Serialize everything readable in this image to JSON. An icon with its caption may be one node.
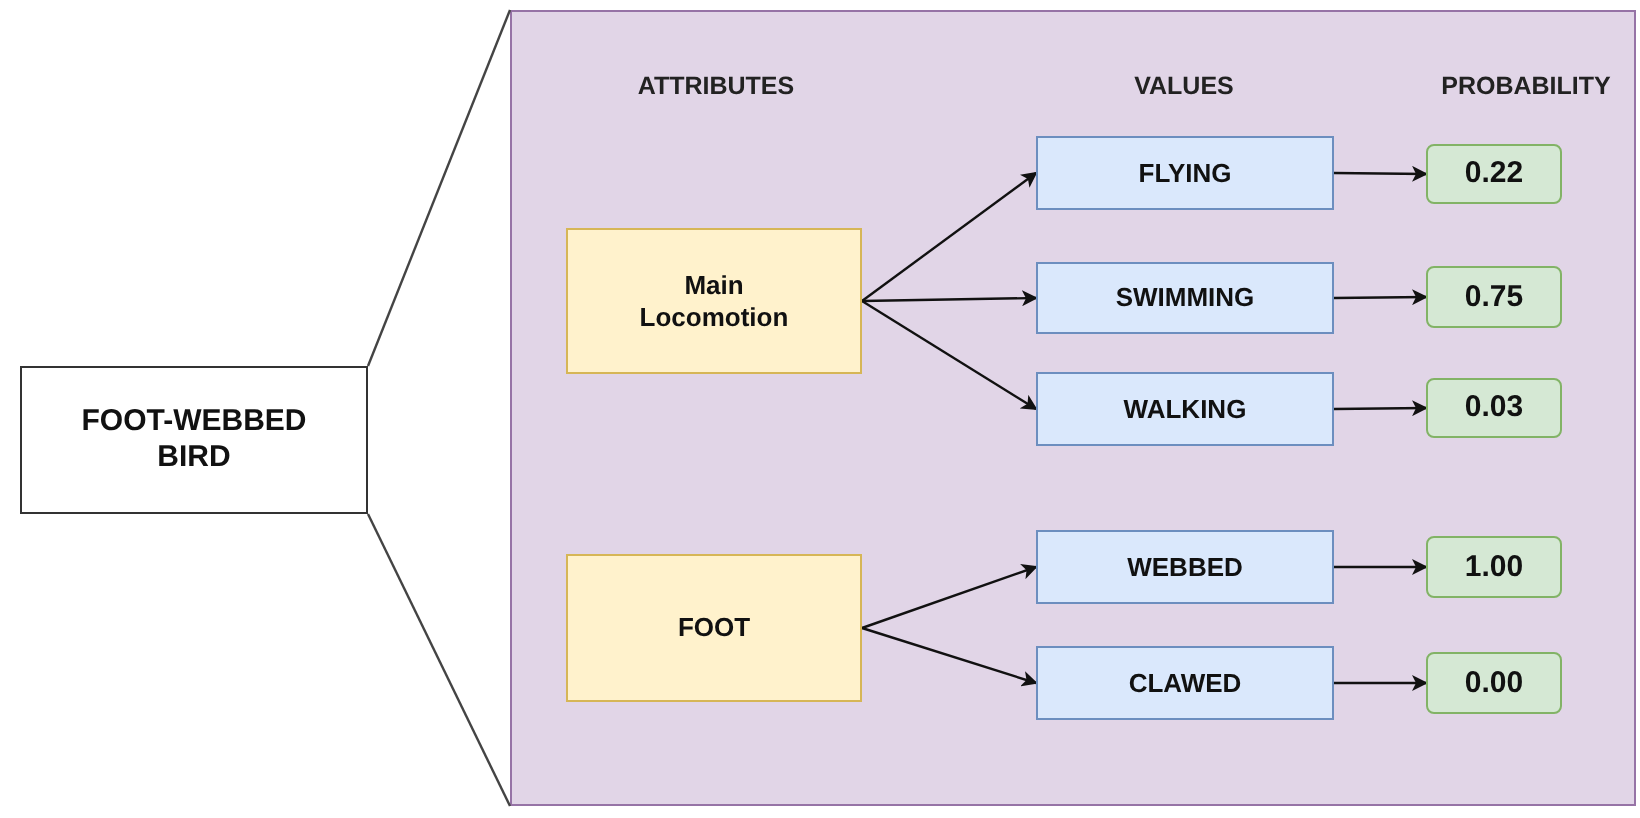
{
  "diagram": {
    "nodes": [
      {
        "text": [
          "FOOT-WEBBED BIRD"
        ]
      },
      {
        "text": [],
        "shape": "box"
      },
      {
        "text": [
          "Main Locomotion"
        ],
        "in": 1
      },
      {
        "text": [
          "FLYING"
        ],
        "in": 1
      },
      {
        "text": [
          "SWIMMING"
        ],
        "in": 1
      },
      {
        "text": [
          "WALKING"
        ],
        "in": 1
      },
      {
        "text": [
          "0.22"
        ],
        "in": 1
      },
      {
        "text": [
          "0.75"
        ],
        "in": 1
      },
      {
        "text": [
          "0.03"
        ],
        "in": 1
      },
      {
        "text": [
          "FOOT"
        ],
        "in": 1
      },
      {
        "text": [
          "WEBBED"
        ],
        "in": 1
      },
      {
        "text": [
          "CLAWED"
        ],
        "in": 1
      },
      {
        "text": [
          "1.00"
        ],
        "in": 1
      },
      {
        "text": [
          "0.00"
        ],
        "in": 1
      }
    ],
    "edges": [
      {
        "from": 0,
        "to": 1,
        "arrow": "none"
      },
      {
        "from": 0,
        "to": 1,
        "arrow": "none"
      },
      {
        "from": 2,
        "to": 3,
        "arrow": "to"
      },
      {
        "from": 2,
        "to": 4,
        "arrow": "to"
      },
      {
        "from": 2,
        "to": 5,
        "arrow": "to"
      },
      {
        "from": 3,
        "to": 6,
        "arrow": "to"
      },
      {
        "from": 4,
        "to": 7,
        "arrow": "to"
      },
      {
        "from": 5,
        "to": 8,
        "arrow": "to"
      },
      {
        "from": 9,
        "to": 10,
        "arrow": "to"
      },
      {
        "from": 9,
        "to": 11,
        "arrow": "to"
      },
      {
        "from": 10,
        "to": 12,
        "arrow": "to"
      },
      {
        "from": 11,
        "to": 13,
        "arrow": "to"
      }
    ],
    "labels": [
      "ATTRIBUTES",
      "VALUES",
      "PROBABILITY"
    ]
  }
}
